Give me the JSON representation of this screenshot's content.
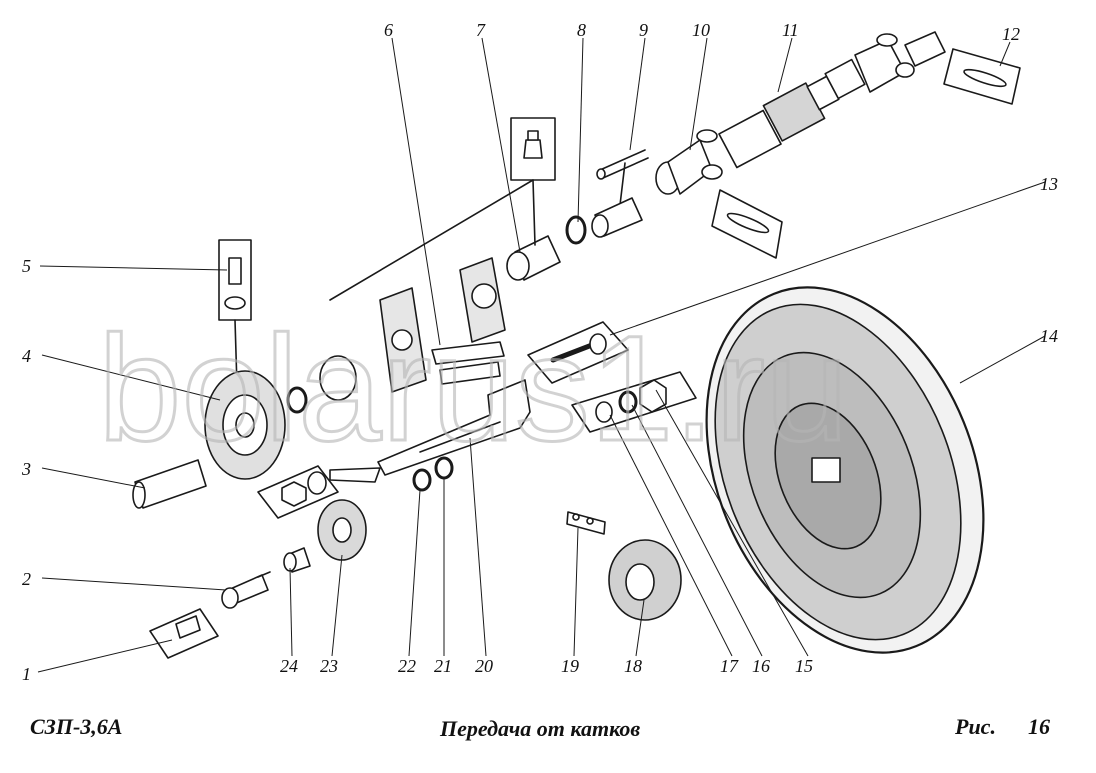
{
  "watermark": "bolarus1.ru",
  "part_labels": [
    "1",
    "2",
    "3",
    "4",
    "5",
    "6",
    "7",
    "8",
    "9",
    "10",
    "11",
    "12",
    "13",
    "14",
    "15",
    "16",
    "17",
    "18",
    "19",
    "20",
    "21",
    "22",
    "23",
    "24"
  ],
  "footer": {
    "model": "СЗП-3,6А",
    "title": "Передача от катков",
    "figure_prefix": "Рис.",
    "figure_number": "16"
  }
}
